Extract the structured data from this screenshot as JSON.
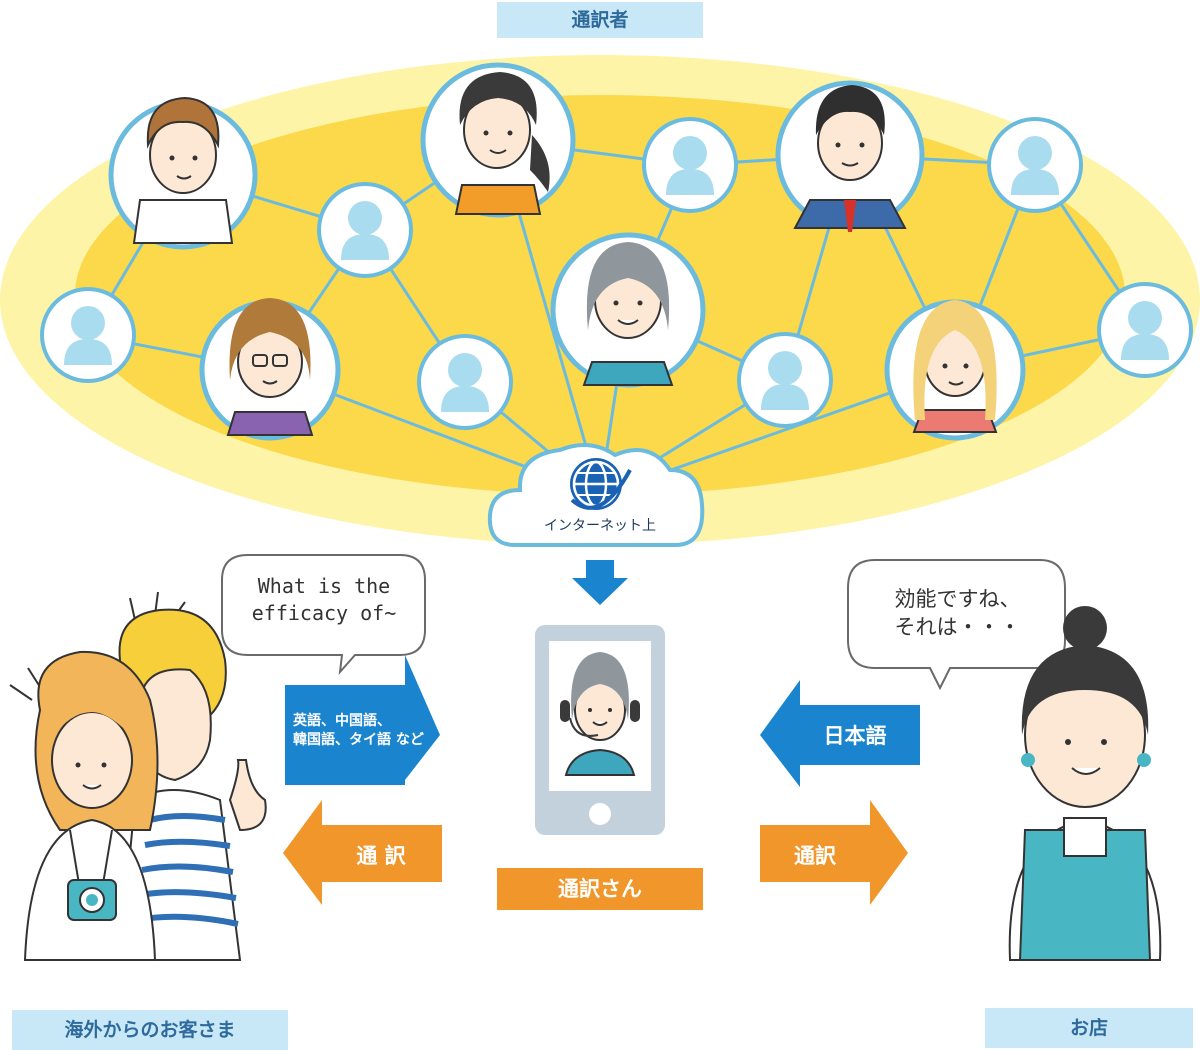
{
  "header": {
    "interpreters_label": "通訳者"
  },
  "network": {
    "hub_label": "インターネット上"
  },
  "phone": {
    "label": "通訳さん"
  },
  "customer": {
    "label": "海外からのお客さま",
    "speech_line1": "What is the",
    "speech_line2": "efficacy of~"
  },
  "shop": {
    "label": "お店",
    "speech_line1": "効能ですね、",
    "speech_line2": "それは・・・"
  },
  "arrows": {
    "languages_line1": "英語、中国語、",
    "languages_line2": "韓国語、タイ語 など",
    "japanese": "日本語",
    "translate_left": "通 訳",
    "translate_right": "通訳"
  },
  "colors": {
    "ellipse_outer": "#fdf4a8",
    "ellipse_inner": "#fbd94a",
    "line": "#6bbbdf",
    "placeholder": "#a9dcef",
    "arrow_blue": "#1a84cf",
    "arrow_orange": "#f0962b",
    "tag_blue": "#c9e8f7",
    "tag_text": "#2e6a9c"
  },
  "icons": {
    "hub": "globe-icon",
    "placeholder": "person-silhouette-icon"
  }
}
